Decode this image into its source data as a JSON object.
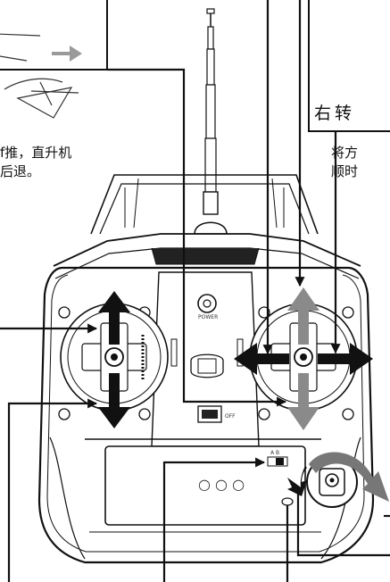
{
  "captions": {
    "right_turn": "右转",
    "forward_line1": "f推，直升机",
    "forward_line2": "后退。",
    "turn_line1": "将方",
    "turn_line2": "顺时"
  },
  "device_labels": {
    "power": "POWER",
    "switch_ab": "A  B",
    "off": "OFF",
    "indicator_dots": "○ ○ ○"
  },
  "colors": {
    "ink": "#111111",
    "arrow_black": "#111111",
    "arrow_gray": "#8a8a8a",
    "paper": "#ffffff"
  }
}
